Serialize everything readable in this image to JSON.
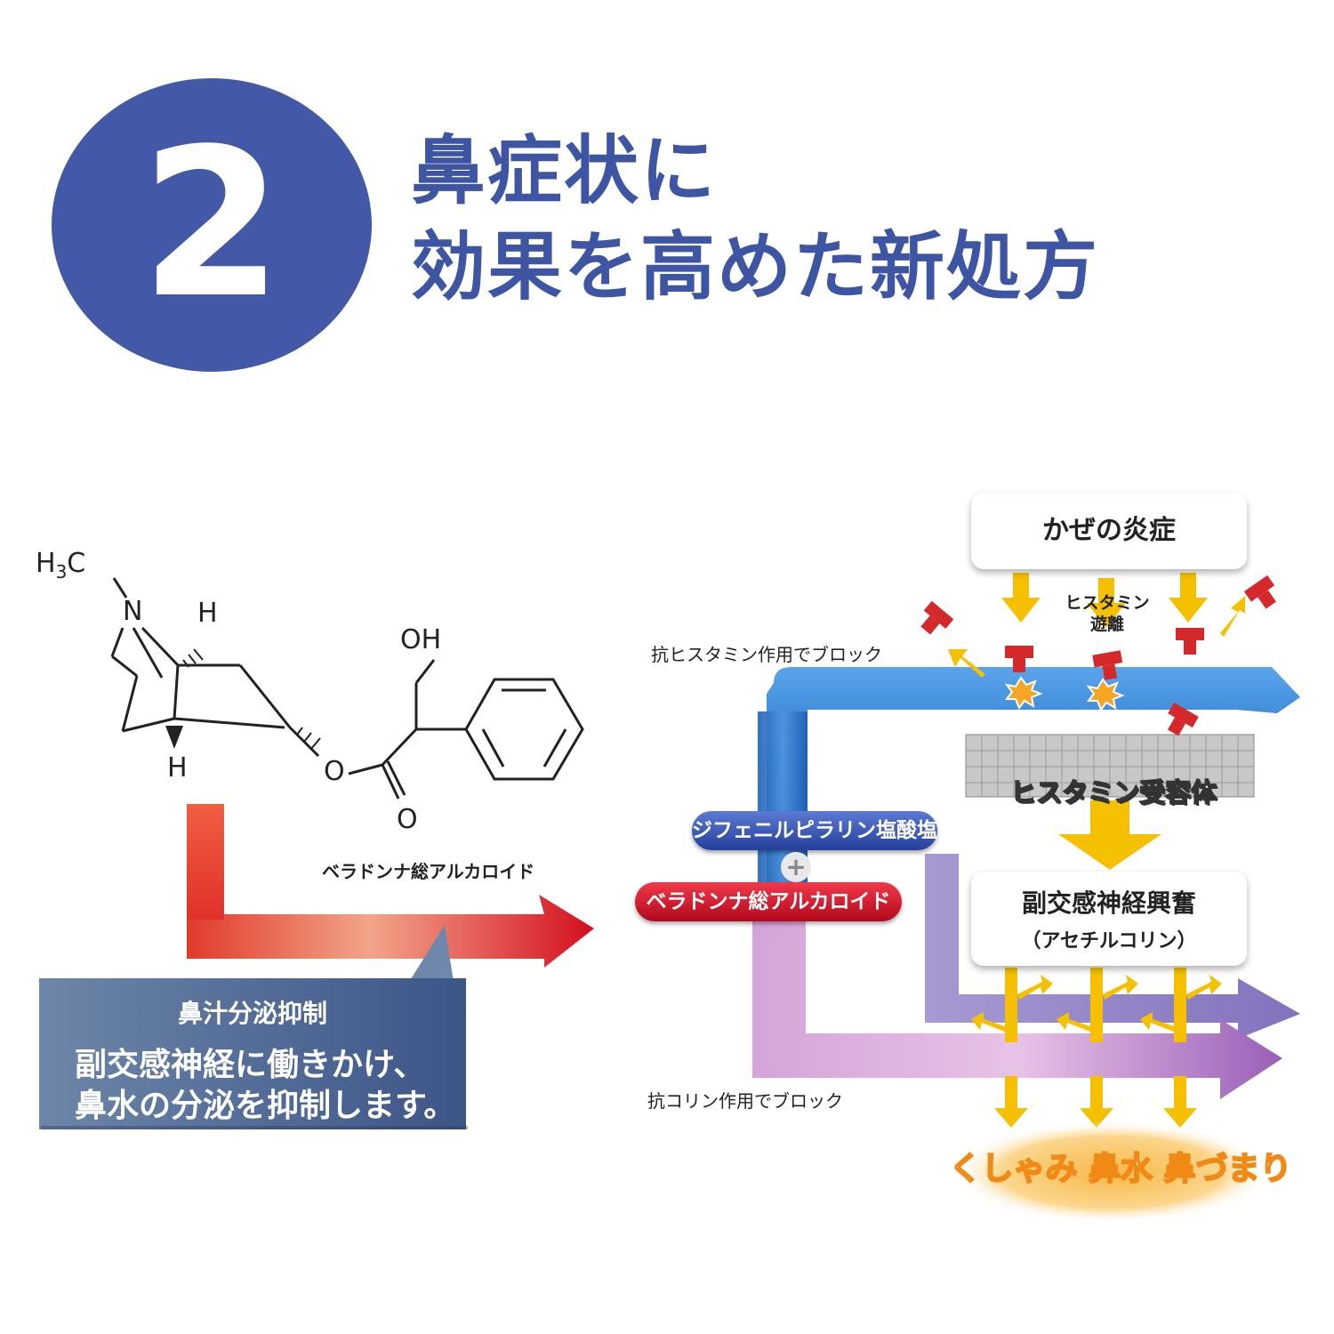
{
  "header": {
    "step_number": "2",
    "title_line1": "鼻症状に",
    "title_line2": "効果を高めた新処方"
  },
  "molecule": {
    "name": "ベラドンナ総アルカロイド",
    "atoms": {
      "h3c": "H3C",
      "n": "N",
      "h_top": "H",
      "h_bottom": "H",
      "oh": "OH",
      "o_ester": "O",
      "o_carbonyl": "O"
    }
  },
  "callout": {
    "title": "鼻汁分泌抑制",
    "line1": "副交感神経に働きかけ、",
    "line2": "鼻水の分泌を抑制します。"
  },
  "mechanism": {
    "antihistamine_label": "抗ヒスタミン作用でブロック",
    "anticholine_label": "抗コリン作用でブロック",
    "inflammation": "かぜの炎症",
    "histamine_release": [
      "ヒスタミン",
      "遊離"
    ],
    "receptor": "ヒスタミン受容体",
    "pill_diphenyl": "ジフェニルピラリン塩酸塩",
    "plus": "+",
    "pill_belladonna": "ベラドンナ総アルカロイド",
    "parasympathetic": "副交感神経興奮",
    "parasympathetic_sub": "（アセチルコリン）",
    "symptoms": "くしゃみ 鼻水 鼻づまり"
  },
  "colors": {
    "brand_blue": "#4358a6",
    "blue_arrow": "#1f6fc6",
    "purple_arrow": "#9a5fb8",
    "red_arrow": "#e0242a",
    "yellow_arrow": "#f5c000",
    "histamine_red": "#d4282a"
  }
}
